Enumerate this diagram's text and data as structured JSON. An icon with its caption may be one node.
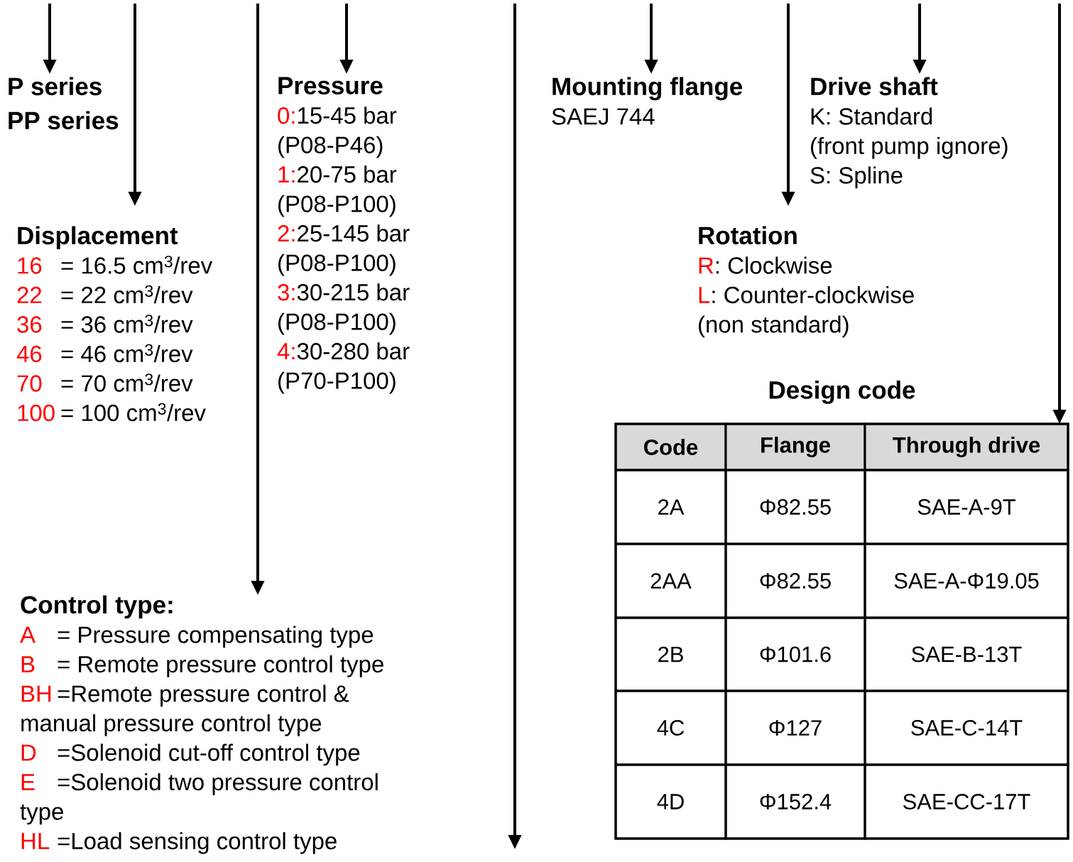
{
  "diagram": {
    "nodes": [
      {
        "text": [
          "P series",
          "PP series"
        ]
      },
      {
        "text": [
          "Displacement",
          "16",
          "= 16.5 cm$^{3}$/rev",
          "22",
          "= 22 cm$^{3}$/rev",
          "36",
          "= 36 cm$^{3}$/rev",
          "46",
          "= 46 cm$^{3}$/rev",
          "70",
          "= 70 cm$^{3}$/rev",
          "100",
          "= 100 cm$^{3}$/rev"
        ]
      },
      {
        "text": [
          "Control type:",
          "A",
          "= Pressure compensating type",
          "B",
          "= Remote pressure control type",
          "BH",
          "=Remote pressure control & manual pressure control type",
          "D",
          "=Solenoid cut-off control type",
          "E",
          "=Solenoid two pressure control type",
          "HL",
          "=Load sensing control type"
        ]
      },
      {
        "text": [
          "Pressure",
          "0:",
          "15-45 bar (P08-P46)",
          "1:",
          "20-75 bar (P08-P100)",
          "2:",
          "25-145 bar (P08-P100)",
          "3:",
          "30-215 bar (P08-P100)",
          "4:",
          "30-280 bar (P70-P100)"
        ]
      },
      {
        "text": [
          "Mounting flange",
          "SAEJ 744"
        ]
      },
      {
        "text": [
          "Drive shaft",
          "K: Standard",
          "(front pump ignore)",
          "S: Spline"
        ]
      },
      {
        "text": [
          "Rotation",
          "R",
          ": Clockwise",
          "L",
          ": Counter-clockwise (non standard)"
        ]
      },
      {
        "text": [
          "Design code"
        ]
      }
    ],
    "edges": [
      {
        "from": null,
        "to": 0,
        "arrow": "to"
      },
      {
        "from": null,
        "to": 1,
        "arrow": "to"
      },
      {
        "from": null,
        "to": 2,
        "arrow": "to"
      },
      {
        "from": null,
        "to": 3,
        "arrow": "to"
      },
      {
        "from": null,
        "to": 4,
        "arrow": "to"
      },
      {
        "from": null,
        "to": 6,
        "arrow": "to"
      },
      {
        "from": null,
        "to": 5,
        "arrow": "to"
      },
      {
        "from": null,
        "to": 7,
        "arrow": "to"
      }
    ],
    "labels": [
      "Code",
      "Flange",
      "Through drive",
      "2A",
      "Φ82.55",
      "SAE-A-9T",
      "2AA",
      "Φ82.55",
      "SAE-A-Φ19.05",
      "2B",
      "Φ101.6",
      "SAE-B-13T",
      "4C",
      "Φ127",
      "SAE-C-14T",
      "4D",
      "Φ152.4",
      "SAE-CC-17T"
    ]
  }
}
